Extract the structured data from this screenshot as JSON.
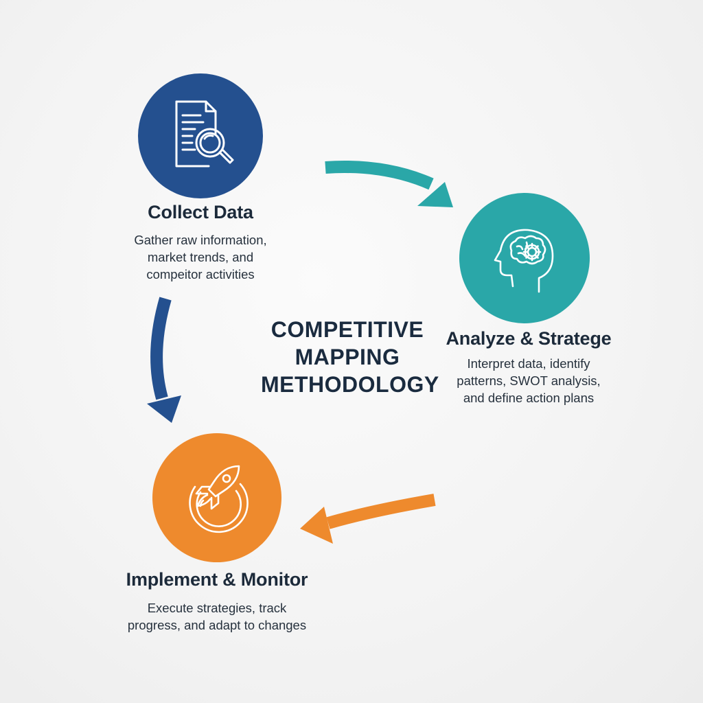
{
  "title": {
    "lines": [
      "COMPETITIVE",
      "MAPPING",
      "METHODOLOGY"
    ]
  },
  "steps": [
    {
      "title": "Collect Data",
      "description": [
        "Gather raw information,",
        "market trends, and",
        "compeitor activities"
      ],
      "icon": "document-search-icon",
      "color": "#24508f"
    },
    {
      "title": "Analyze & Stratege",
      "description": [
        "Interpret data, identify",
        "patterns, SWOT analysis,",
        "and define action plans"
      ],
      "icon": "brain-gear-head-icon",
      "color": "#2aa7a8"
    },
    {
      "title": "Implement & Monitor",
      "description": [
        "Execute strategies, track",
        "progress, and adapt to changes"
      ],
      "icon": "rocket-icon",
      "color": "#ee8a2d"
    }
  ],
  "arrow_colors": {
    "collect_to_analyze": "#2aa7a8",
    "analyze_to_implement": "#ee8a2d",
    "implement_to_collect": "#24508f"
  }
}
